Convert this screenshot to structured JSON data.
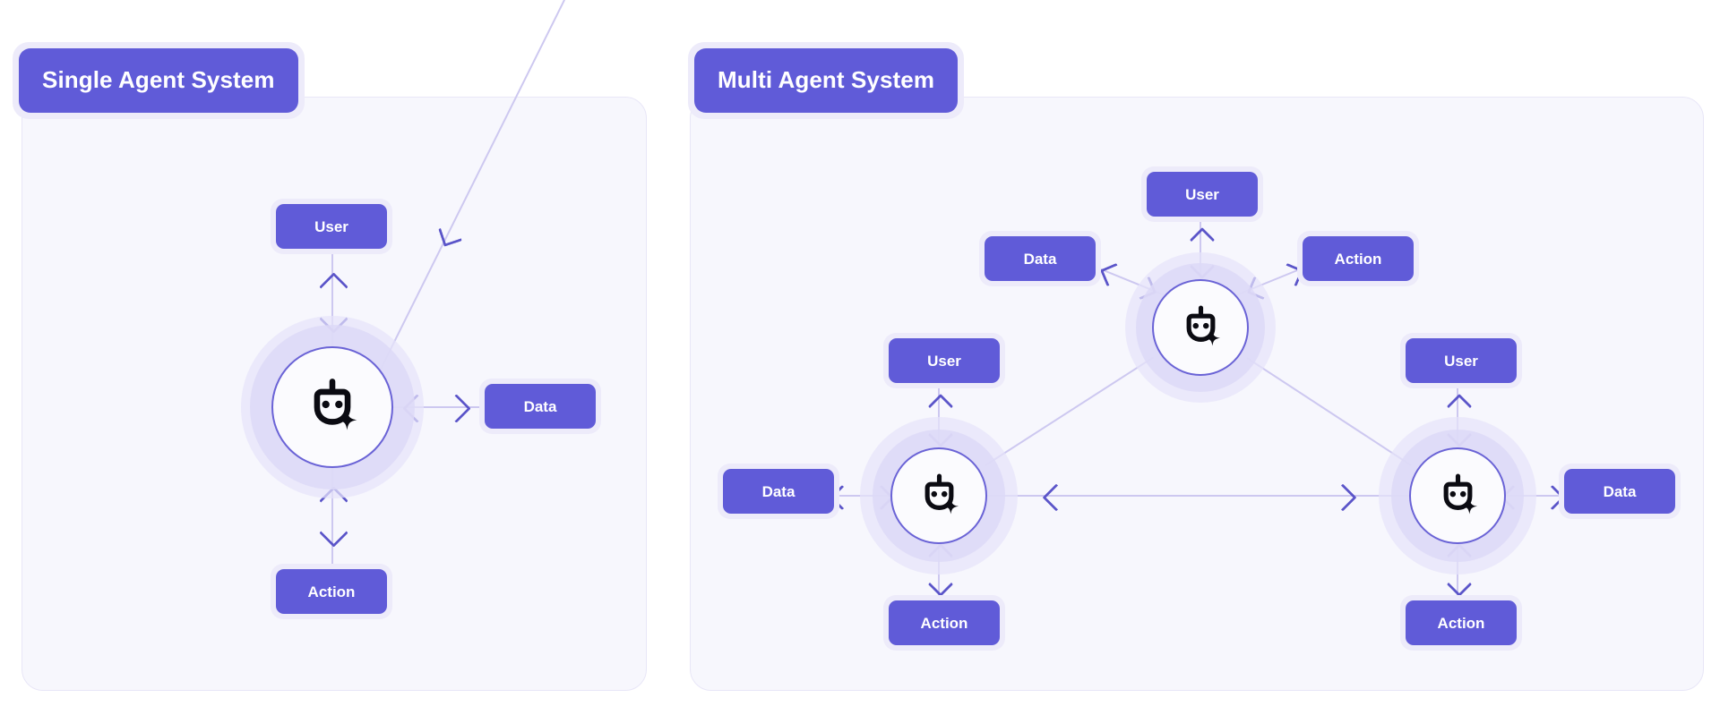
{
  "diagram": {
    "title_left": "Single Agent System",
    "title_right": "Multi Agent System",
    "colors": {
      "accent": "#605bd8",
      "accent_dark": "#5b55c9",
      "chip_halo": "#edebfa",
      "panel_bg": "#f7f7fd",
      "panel_border": "#e8e6f7",
      "edge": "#cdc8f0",
      "halo_outer": "#e6e3fa",
      "halo_inner": "#ddd9f7",
      "agent_ring": "#6a63d6",
      "text_on_accent": "#ffffff",
      "page_bg": "#ffffff"
    },
    "icon": "robot-agent-icon"
  },
  "panels": [
    {
      "id": "single",
      "title": "Single Agent System",
      "agents": [
        {
          "id": "agent-1",
          "icon": "robot-agent-icon",
          "nodes": [
            {
              "label": "User",
              "position": "top"
            },
            {
              "label": "Data",
              "position": "right"
            },
            {
              "label": "Action",
              "position": "bottom"
            }
          ]
        }
      ]
    },
    {
      "id": "multi",
      "title": "Multi Agent System",
      "agents": [
        {
          "id": "agent-top",
          "icon": "robot-agent-icon",
          "nodes": [
            {
              "label": "User",
              "position": "top"
            },
            {
              "label": "Data",
              "position": "upper-left"
            },
            {
              "label": "Action",
              "position": "upper-right"
            }
          ]
        },
        {
          "id": "agent-left",
          "icon": "robot-agent-icon",
          "nodes": [
            {
              "label": "User",
              "position": "top"
            },
            {
              "label": "Data",
              "position": "left"
            },
            {
              "label": "Action",
              "position": "bottom"
            }
          ]
        },
        {
          "id": "agent-right",
          "icon": "robot-agent-icon",
          "nodes": [
            {
              "label": "User",
              "position": "top"
            },
            {
              "label": "Data",
              "position": "right"
            },
            {
              "label": "Action",
              "position": "bottom"
            }
          ]
        }
      ],
      "agent_links": [
        {
          "from": "agent-left",
          "to": "agent-top",
          "bidirectional": true
        },
        {
          "from": "agent-top",
          "to": "agent-right",
          "bidirectional": true
        },
        {
          "from": "agent-left",
          "to": "agent-right",
          "bidirectional": true
        }
      ]
    }
  ],
  "labels": {
    "user": "User",
    "data": "Data",
    "action": "Action"
  }
}
